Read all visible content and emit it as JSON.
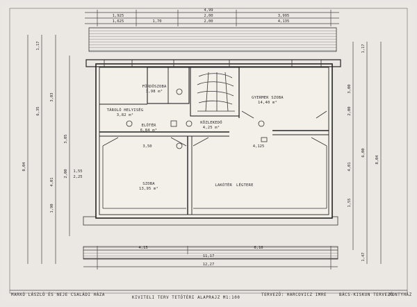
{
  "dimensions": {
    "top_row1": [
      "4,99"
    ],
    "top_row2": [
      "1,925",
      "2,00",
      "3,995"
    ],
    "top_row3": [
      "1,625",
      "1,70",
      "2,00",
      "4,135"
    ],
    "left_outer": [
      "1,17",
      "3,03",
      "6,35",
      "8,04"
    ],
    "left_inner": [
      "4,01",
      "1,90",
      "2,00",
      "3,05"
    ],
    "right_outer": [
      "1,17",
      "6,00",
      "8,04",
      "1,47"
    ],
    "right_inner": [
      "3,00",
      "2,00",
      "4,01",
      "1,55"
    ],
    "bottom_row1": [
      "4,13",
      "6,10"
    ],
    "bottom_row2": [
      "11,17"
    ],
    "bottom_row3": [
      "12,27"
    ],
    "interior": [
      "3,50",
      "4,125",
      "1,55",
      "2,25"
    ]
  },
  "rooms": [
    {
      "label": "FÜRDŐSZOBA",
      "area": "3,98 m²"
    },
    {
      "label": "GYERMEK SZOBA",
      "area": "14,40 m²"
    },
    {
      "label": "TÁROLÓ HELYISÉG",
      "area": "3,82 m²"
    },
    {
      "label": "ELŐTÉR",
      "area": "6,84 m²"
    },
    {
      "label": "KÖZLEKEDŐ",
      "area": "4,25 m²"
    },
    {
      "label": "SZOBA",
      "area": "13,95 m²"
    },
    {
      "label": "LAKÓTÉR",
      "area": "LÉGTERE"
    }
  ],
  "footer": {
    "owner": "MARKÓ LÁSZLÓ ÉS NEJE CSALÁDI HÁZA",
    "title": "KIVITELI TERV TETŐTÉRI ALAPRAJZ M1:100",
    "designer": "TERVEZŐ: HARCOVICZ IMRE",
    "company": "BÁCS-KISKUN TERVEZŐ",
    "sign": "PONTYHÁZ"
  }
}
